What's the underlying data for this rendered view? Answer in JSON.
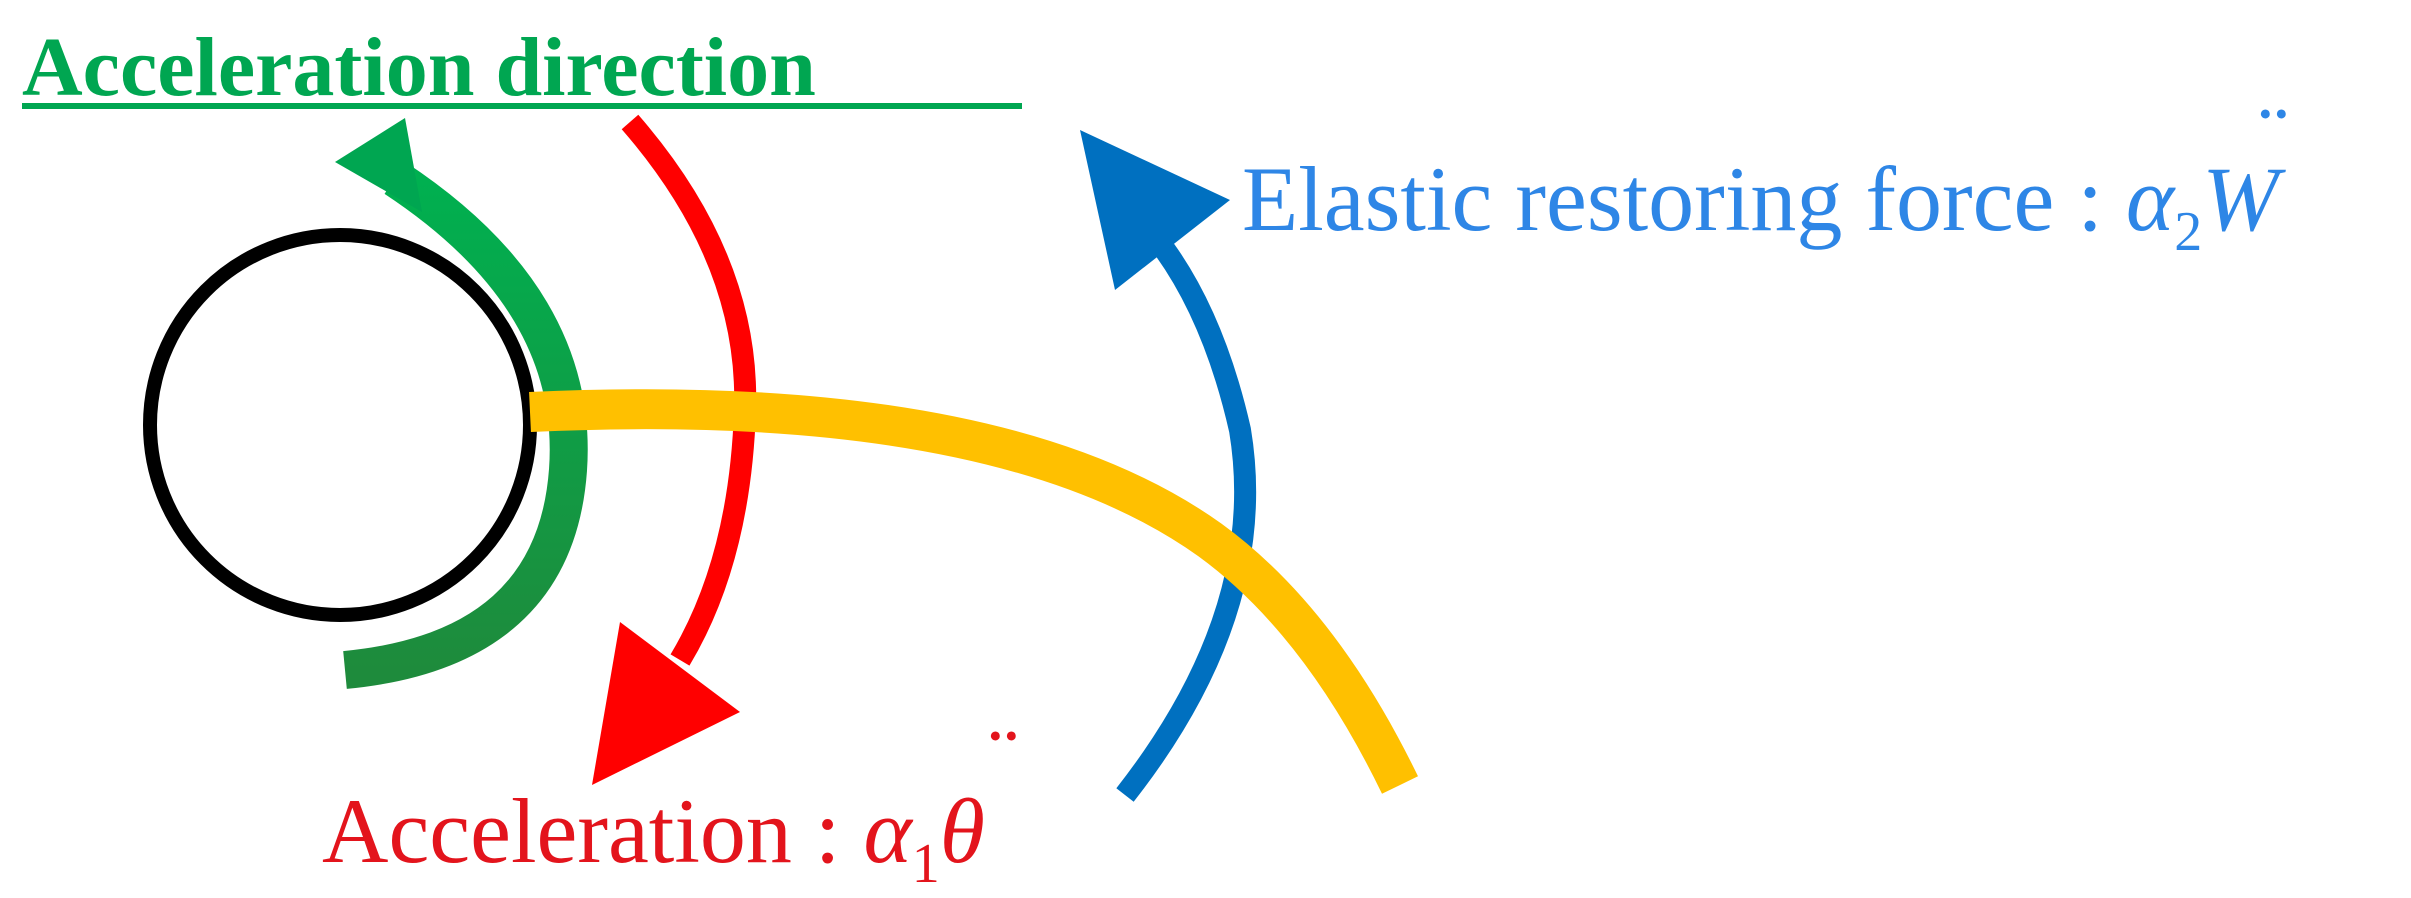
{
  "title": {
    "text": "Acceleration direction",
    "color": "#00A651"
  },
  "labels": {
    "elastic": {
      "text": "Elastic restoring force : ",
      "symbol": "α",
      "subscript": "2",
      "variable": "W",
      "accent": "¨",
      "color": "#2E86E6"
    },
    "acceleration": {
      "text": "Acceleration : ",
      "symbol": "α",
      "subscript": "1",
      "variable": "θ",
      "accent": "¨",
      "color": "#E3141C"
    }
  },
  "colors": {
    "circle": "#000000",
    "green_arrow": "#00A651",
    "green_arrow_dark": "#1E8B3C",
    "red_arrow": "#FF0000",
    "blue_arrow": "#0070C0",
    "yellow_beam": "#FFC000"
  }
}
